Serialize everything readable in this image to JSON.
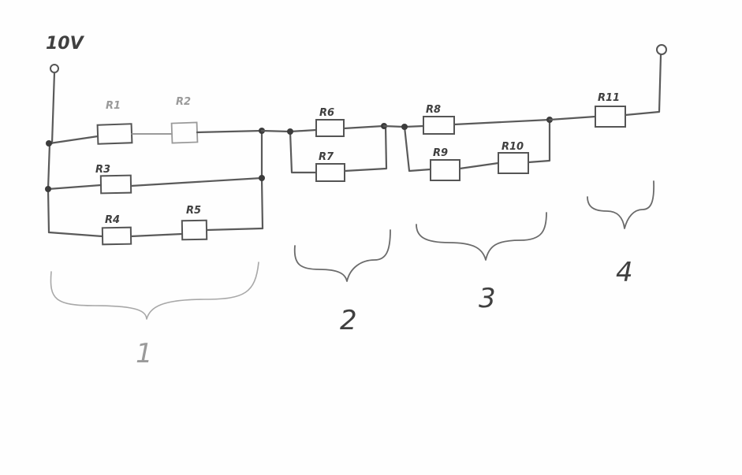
{
  "source_label": "10V",
  "resistors": {
    "r1": "R1",
    "r2": "R2",
    "r3": "R3",
    "r4": "R4",
    "r5": "R5",
    "r6": "R6",
    "r7": "R7",
    "r8": "R8",
    "r9": "R9",
    "r10": "R10",
    "r11": "R11"
  },
  "groups": {
    "g1": "1",
    "g2": "2",
    "g3": "3",
    "g4": "4"
  }
}
